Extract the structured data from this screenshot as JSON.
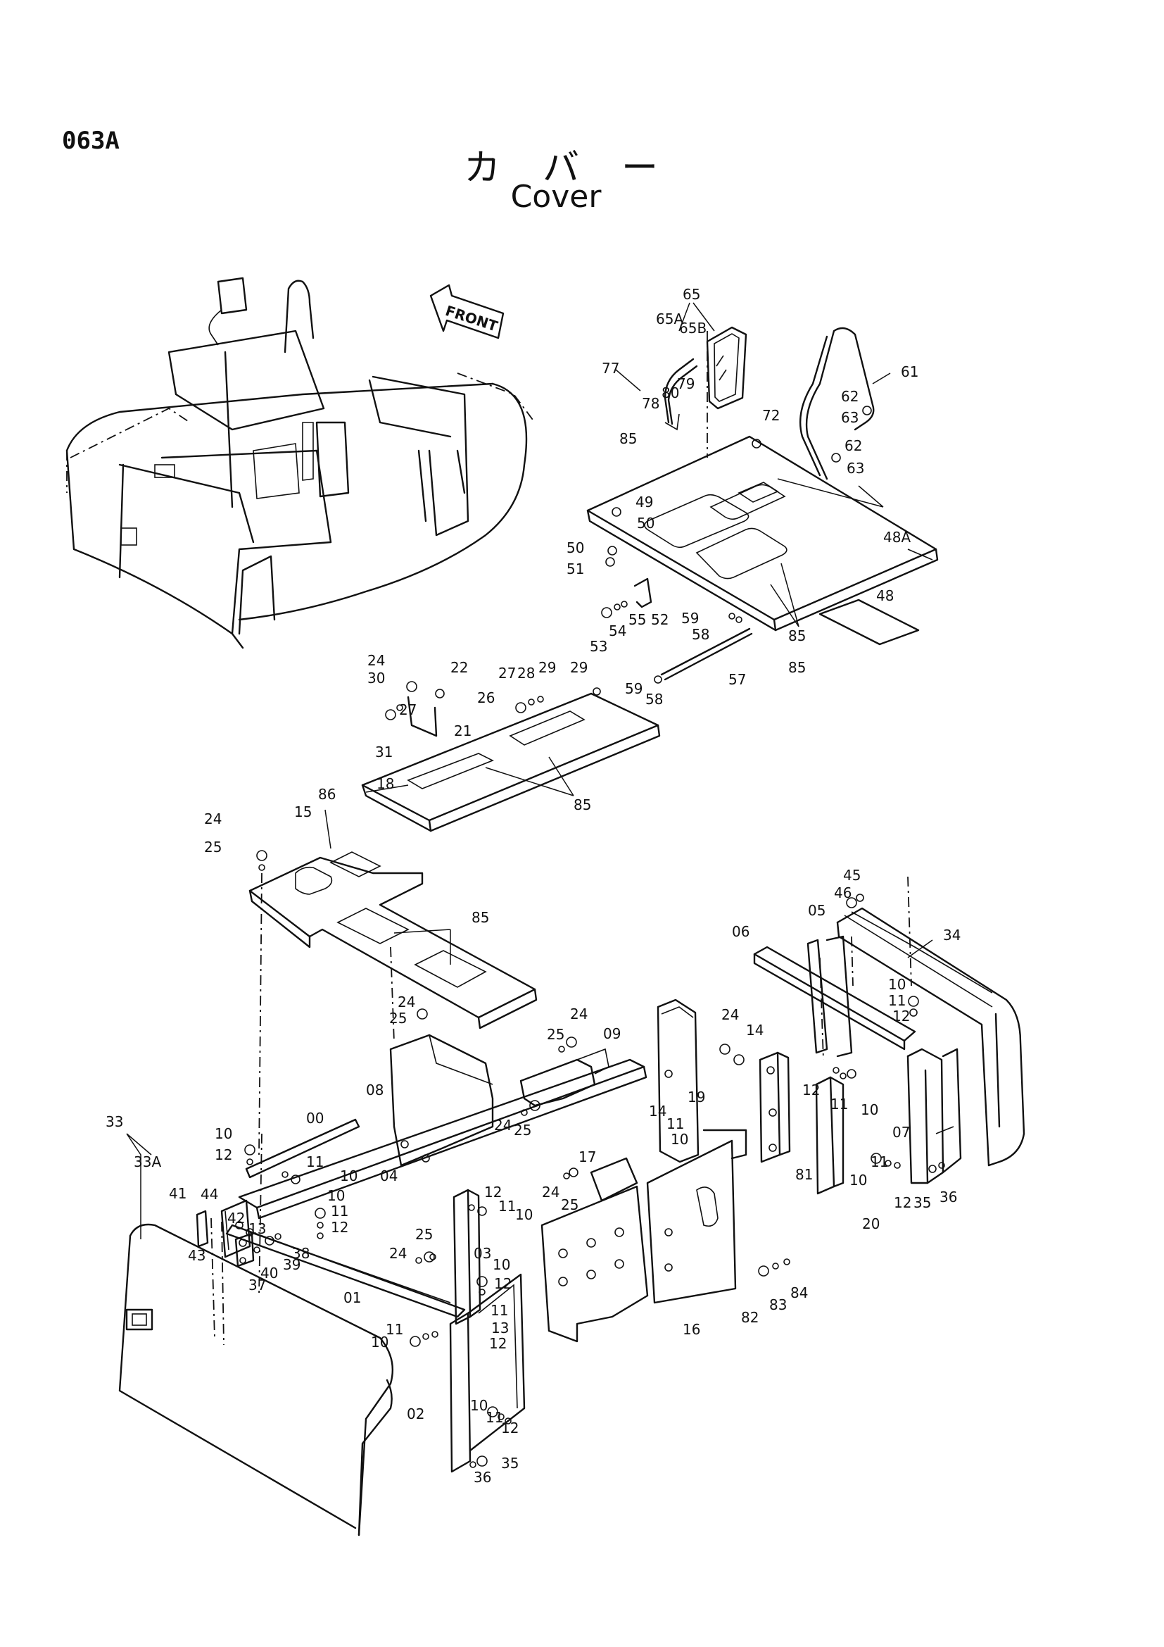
{
  "header": {
    "page_code": "063A",
    "title_jp": "カバー",
    "title_en": "Cover"
  },
  "orientation_label": "FRONT",
  "part_labels": [
    "65",
    "65A",
    "65B",
    "77",
    "79",
    "80",
    "78",
    "61",
    "62",
    "63",
    "62",
    "63",
    "72",
    "85",
    "49",
    "50",
    "48A",
    "50",
    "51",
    "48",
    "52",
    "55",
    "54",
    "53",
    "59",
    "58",
    "85",
    "85",
    "57",
    "59",
    "58",
    "24",
    "22",
    "30",
    "21",
    "27",
    "31",
    "28",
    "27",
    "26",
    "29",
    "29",
    "18",
    "85",
    "86",
    "15",
    "24",
    "25",
    "85",
    "46",
    "45",
    "05",
    "06",
    "34",
    "10",
    "11",
    "12",
    "24",
    "25",
    "24",
    "25",
    "09",
    "08",
    "24",
    "25",
    "19",
    "14",
    "11",
    "10",
    "24",
    "14",
    "12",
    "11",
    "10",
    "81",
    "07",
    "33",
    "33A",
    "00",
    "10",
    "12",
    "11",
    "10",
    "04",
    "17",
    "24",
    "25",
    "12",
    "11",
    "10",
    "10",
    "11",
    "12",
    "41",
    "44",
    "42",
    "13",
    "43",
    "38",
    "39",
    "40",
    "37",
    "24",
    "25",
    "03",
    "10",
    "12",
    "01",
    "11",
    "13",
    "10",
    "12",
    "11",
    "02",
    "10",
    "11",
    "12",
    "36",
    "35",
    "16",
    "82",
    "83",
    "84",
    "10",
    "11",
    "12",
    "35",
    "36",
    "20"
  ]
}
